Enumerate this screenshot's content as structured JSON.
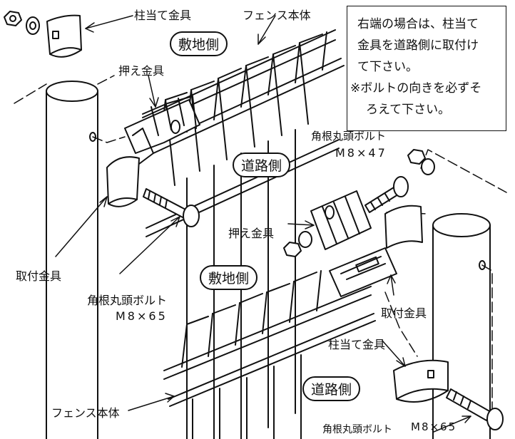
{
  "labels": {
    "post_cap_fitting_top": "柱当て金具",
    "fence_body_top": "フェンス本体",
    "site_side_top": "敷地側",
    "holding_fitting_left": "押え金具",
    "road_side_mid": "道路側",
    "bolt_47": "角根丸頭ボルト",
    "bolt_47_size": "M8×47",
    "holding_fitting_mid": "押え金具",
    "mounting_fitting_left": "取付金具",
    "bolt_65_left": "角根丸頭ボルト",
    "bolt_65_left_size": "M8×65",
    "site_side_bottom": "敷地側",
    "mounting_fitting_right": "取付金具",
    "post_cap_fitting_bottom": "柱当て金具",
    "road_side_bottom": "道路側",
    "fence_body_bottom": "フェンス本体",
    "bolt_65_bottom": "角根丸頭ボルト",
    "bolt_65_bottom_size": "M8×65"
  },
  "note": {
    "lines": [
      "右端の場合は、柱当て",
      "金具を道路側に取付け",
      "て下さい。",
      "※ボルトの向きを必ずそ",
      "ろえて下さい。"
    ]
  }
}
